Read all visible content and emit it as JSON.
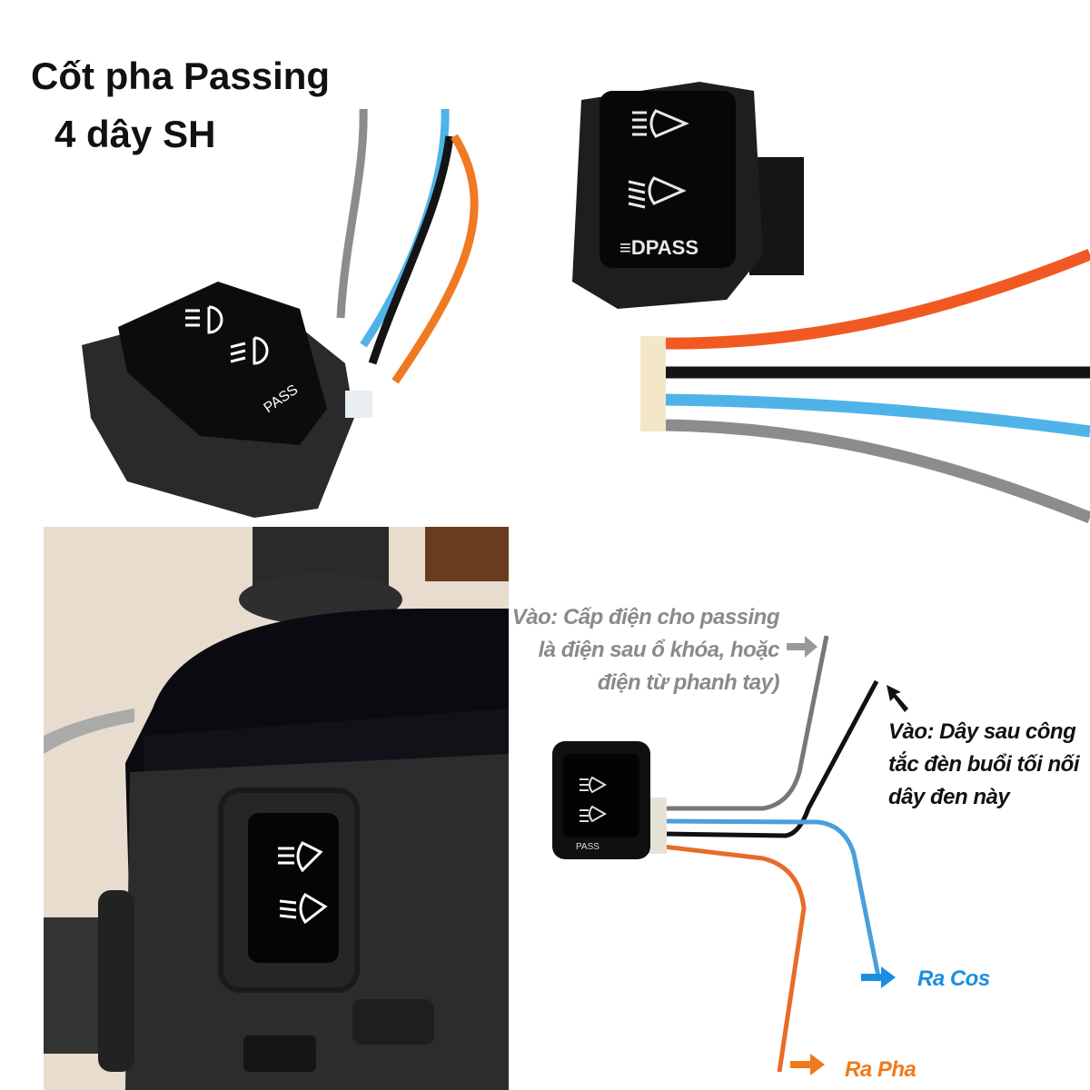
{
  "title": {
    "line1": "Cốt pha Passing",
    "line2": "4 dây SH"
  },
  "switch": {
    "pass_label": "PASS",
    "icons": [
      "high-beam-icon",
      "low-beam-icon"
    ]
  },
  "wires": {
    "colors": {
      "orange": "#f05a22",
      "black": "#141414",
      "blue": "#4fb3e8",
      "gray": "#8c8c8c"
    }
  },
  "diagram": {
    "note_gray": {
      "line1": "Vào: Cấp điện cho passing",
      "line2": "là điện sau ổ khóa, hoặc",
      "line3": "điện từ phanh tay)",
      "color": "#8a8a8a"
    },
    "note_black": {
      "line1": "Vào: Dây sau công",
      "line2": "tắc đèn buổi tối nối",
      "line3": "dây đen này",
      "color": "#111111"
    },
    "label_blue": {
      "text": "Ra Cos",
      "color": "#1a8fe0"
    },
    "label_orange": {
      "text": "Ra Pha",
      "color": "#f07a1a"
    }
  }
}
